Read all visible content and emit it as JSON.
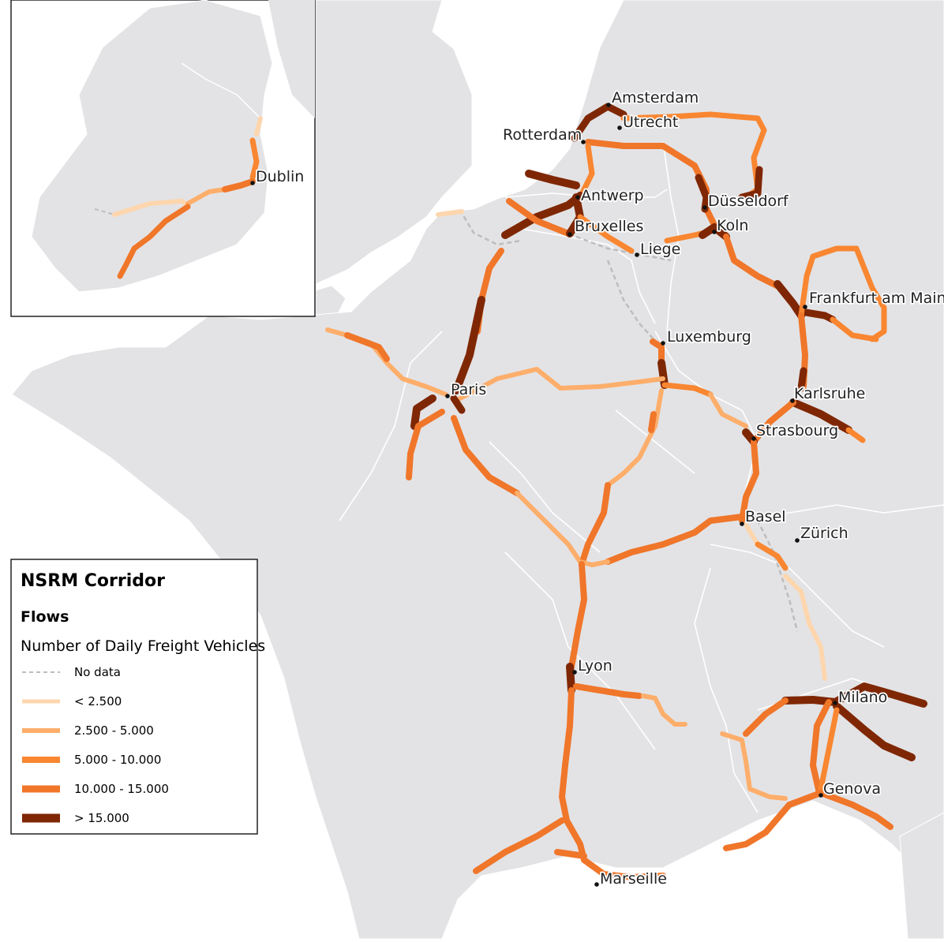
{
  "colors": {
    "sea": "#ffffff",
    "land": "#e3e3e5",
    "border": "#ffffff",
    "nodata": "#bdbdbd",
    "lt2500": "#fdd6ae",
    "c2500_5000": "#fdae6b",
    "c5000_10000": "#f98631",
    "c10000_15000": "#f0762a",
    "gt15000": "#7f2704",
    "city_dot": "#111111"
  },
  "legend": {
    "title": "NSRM Corridor",
    "subtitle": "Flows",
    "field": "Number of Daily Freight Vehicles",
    "items": [
      {
        "label": "No data",
        "color_key": "nodata",
        "dashed": true
      },
      {
        "label": "< 2.500",
        "color_key": "lt2500",
        "dashed": false
      },
      {
        "label": "2.500 - 5.000",
        "color_key": "c2500_5000",
        "dashed": false
      },
      {
        "label": "5.000 - 10.000",
        "color_key": "c5000_10000",
        "dashed": false
      },
      {
        "label": "10.000 - 15.000",
        "color_key": "c10000_15000",
        "dashed": false
      },
      {
        "label": "> 15.000",
        "color_key": "gt15000",
        "dashed": false
      }
    ]
  },
  "cities": [
    {
      "name": "Amsterdam",
      "label": "Amsterdam"
    },
    {
      "name": "Utrecht",
      "label": "Utrecht"
    },
    {
      "name": "Rotterdam",
      "label": "Rotterdam"
    },
    {
      "name": "Antwerp",
      "label": "Antwerp"
    },
    {
      "name": "Bruxelles",
      "label": "Bruxelles"
    },
    {
      "name": "Liege",
      "label": "Liege"
    },
    {
      "name": "Dusseldorf",
      "label": "Düsseldorf"
    },
    {
      "name": "Koln",
      "label": "Koln"
    },
    {
      "name": "Frankfurt",
      "label": "Frankfurt am Main"
    },
    {
      "name": "Luxemburg",
      "label": "Luxemburg"
    },
    {
      "name": "Paris",
      "label": "Paris"
    },
    {
      "name": "Karlsruhe",
      "label": "Karlsruhe"
    },
    {
      "name": "Strasbourg",
      "label": "Strasbourg"
    },
    {
      "name": "Basel",
      "label": "Basel"
    },
    {
      "name": "Zurich",
      "label": "Zürich"
    },
    {
      "name": "Lyon",
      "label": "Lyon"
    },
    {
      "name": "Milano",
      "label": "Milano"
    },
    {
      "name": "Genova",
      "label": "Genova"
    },
    {
      "name": "Marseille",
      "label": "Marseille"
    },
    {
      "name": "Dublin",
      "label": "Dublin"
    }
  ]
}
